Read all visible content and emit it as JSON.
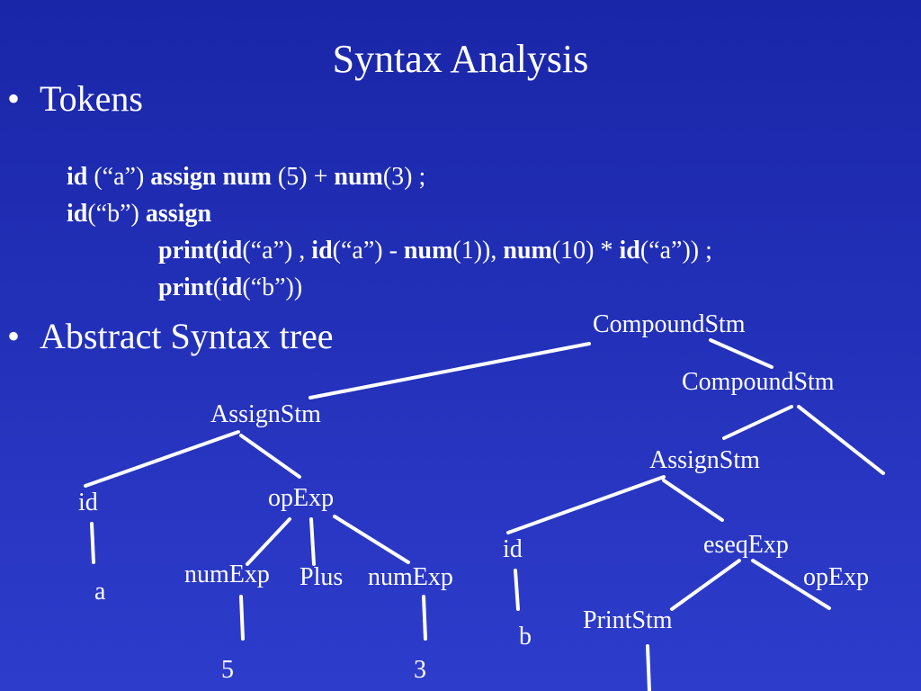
{
  "title": "Syntax Analysis",
  "bullets": {
    "tokens": "Tokens",
    "ast": "Abstract Syntax tree"
  },
  "bullet_glyph": "•",
  "tokens": {
    "line1": [
      {
        "text": "id",
        "bold": true
      },
      {
        "text": " (“a”) ",
        "bold": false
      },
      {
        "text": "assign num",
        "bold": true
      },
      {
        "text": " (5) + ",
        "bold": false
      },
      {
        "text": "num",
        "bold": true
      },
      {
        "text": "(3) ;",
        "bold": false
      }
    ],
    "line2": [
      {
        "text": "id",
        "bold": true
      },
      {
        "text": "(“b”) ",
        "bold": false
      },
      {
        "text": "assign",
        "bold": true
      }
    ],
    "line3": [
      {
        "text": "print(id",
        "bold": true
      },
      {
        "text": "(“a”) , ",
        "bold": false
      },
      {
        "text": "id",
        "bold": true
      },
      {
        "text": "(“a”) - ",
        "bold": false
      },
      {
        "text": "num",
        "bold": true
      },
      {
        "text": "(1)), ",
        "bold": false
      },
      {
        "text": "num",
        "bold": true
      },
      {
        "text": "(10) * ",
        "bold": false
      },
      {
        "text": "id",
        "bold": true
      },
      {
        "text": "(“a”)) ;",
        "bold": false
      }
    ],
    "line4": [
      {
        "text": "print",
        "bold": true
      },
      {
        "text": "(",
        "bold": false
      },
      {
        "text": "id",
        "bold": true
      },
      {
        "text": "(“b”))",
        "bold": false
      }
    ]
  },
  "tree": {
    "compound_root": "CompoundStm",
    "compound_inner": "CompoundStm",
    "assign_left": "AssignStm",
    "id_left": "id",
    "leaf_a": "a",
    "opexp_left": "opExp",
    "numexp_1": "numExp",
    "plus": "Plus",
    "numexp_2": "numExp",
    "leaf_5": "5",
    "leaf_3": "3",
    "assign_right": "AssignStm",
    "id_right": "id",
    "leaf_b": "b",
    "eseqexp": "eseqExp",
    "opexp_right": "opExp",
    "printstm": "PrintStm"
  }
}
